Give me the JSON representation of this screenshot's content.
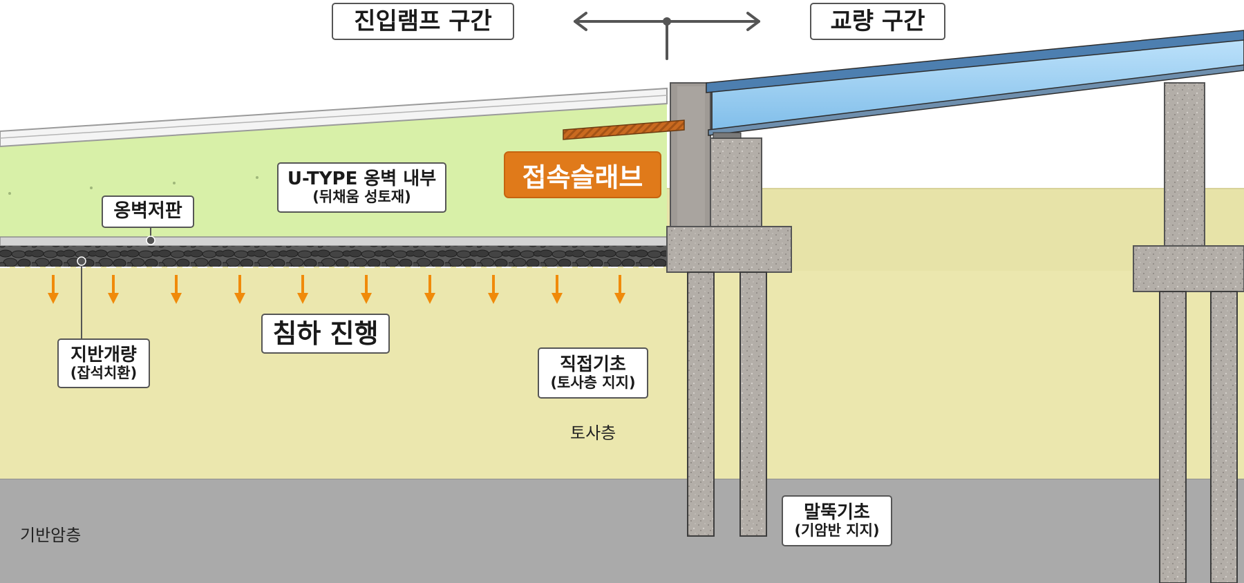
{
  "header": {
    "left_section": "진입램프 구간",
    "right_section": "교량 구간"
  },
  "labels": {
    "retaining_wall_interior": {
      "title": "U-TYPE 옹벽 내부",
      "sub": "(뒤채움 성토재)"
    },
    "retaining_wall_base": "옹벽저판",
    "approach_slab": "접속슬래브",
    "ground_improvement": {
      "title": "지반개량",
      "sub": "(잡석치환)"
    },
    "settlement": "침하 진행",
    "direct_foundation": {
      "title": "직접기초",
      "sub": "(토사층 지지)"
    },
    "soil_layer": "토사층",
    "bedrock_layer": "기반암층",
    "pile_foundation": {
      "title": "말뚝기초",
      "sub": "(기암반 지지)"
    }
  },
  "colors": {
    "backfill": "#d8f0a8",
    "soil": "#ebe7ae",
    "bedrock": "#aaaaaa",
    "concrete": "#b3aea8",
    "girder": "#9ccdf0",
    "approach_slab": "#e07a1a",
    "arrow": "#f08a0a",
    "gravel": "#3f3f3f"
  },
  "icons": {
    "settlement_arrows": "arrow-down-icon",
    "section_divider": "double-arrow-icon"
  }
}
